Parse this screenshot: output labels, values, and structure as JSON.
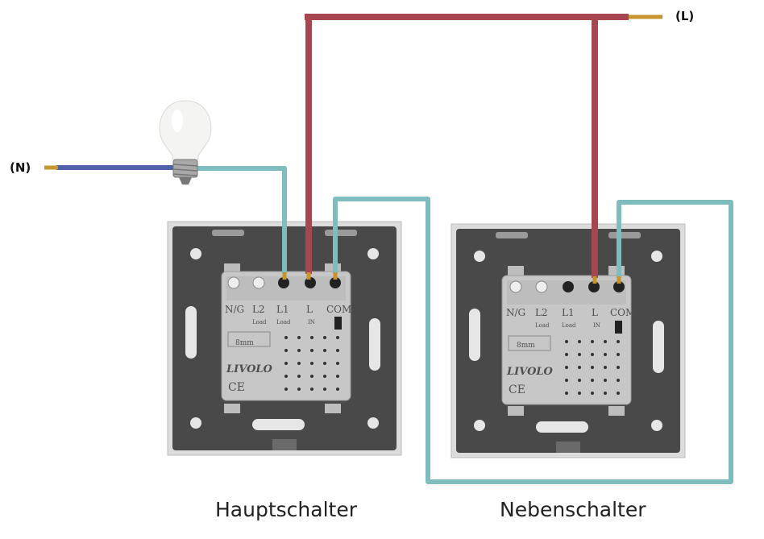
{
  "wires": {
    "neutral_label": "(N)",
    "live_label": "(L)",
    "colors": {
      "live": "#a6464f",
      "switched": "#7fbcbd",
      "neutral": "#4f5fa8",
      "copper": "#c9942c"
    }
  },
  "main_switch": {
    "caption": "Hauptschalter",
    "terminals": [
      "N/G",
      "L2",
      "L1",
      "L",
      "COM"
    ],
    "sub_labels": [
      "Load",
      "Load",
      "IN"
    ],
    "strip": "8mm",
    "brand": "LIVOLO",
    "mark": "CE"
  },
  "aux_switch": {
    "caption": "Nebenschalter",
    "terminals": [
      "N/G",
      "L2",
      "L1",
      "L",
      "COM"
    ],
    "sub_labels": [
      "Load",
      "Load",
      "IN"
    ],
    "strip": "8mm",
    "brand": "LIVOLO",
    "mark": "CE"
  }
}
